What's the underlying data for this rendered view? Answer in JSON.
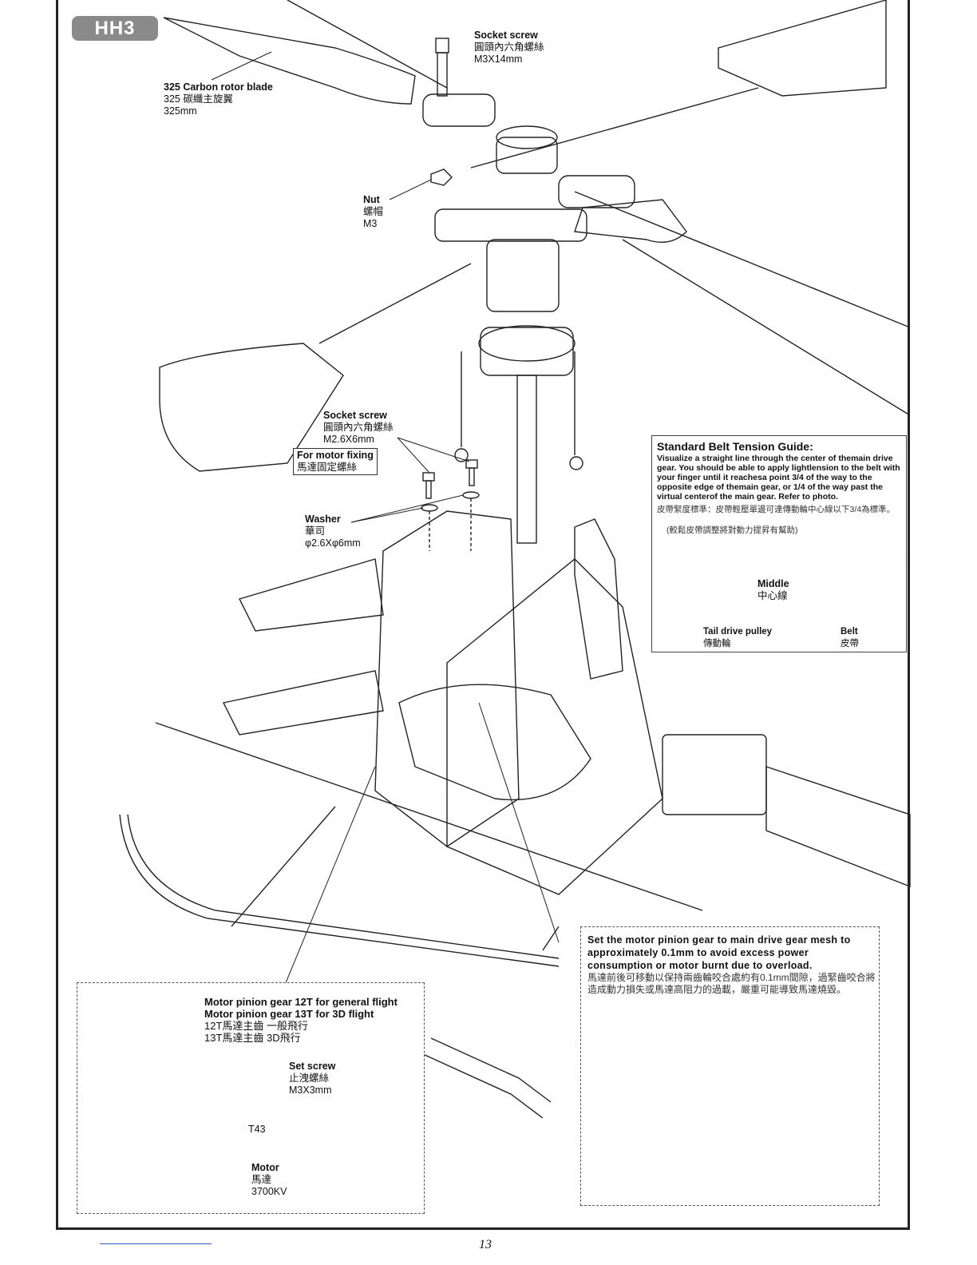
{
  "badge": "HH3",
  "labels": {
    "socket_screw_top": {
      "en": "Socket screw",
      "zh": "圓頭內六角螺絲",
      "size": "M3X14mm"
    },
    "rotor_blade": {
      "en": "325 Carbon rotor blade",
      "zh": "325 碳纖主旋翼",
      "size": "325mm"
    },
    "nut": {
      "en": "Nut",
      "zh": "螺帽",
      "size": "M3"
    },
    "socket_screw_mid": {
      "en": "Socket screw",
      "zh": "圓頭內六角螺絲",
      "size": "M2.6X6mm"
    },
    "motor_fixing": {
      "en": "For motor fixing",
      "zh": "馬達固定螺絲"
    },
    "washer": {
      "en": "Washer",
      "zh": "華司",
      "size": "φ2.6Xφ6mm"
    },
    "pinion": {
      "en1": "Motor pinion gear 12T for general flight",
      "en2": "Motor pinion gear 13T for 3D flight",
      "zh1": "12T馬達主齒 一般飛行",
      "zh2": "13T馬達主齒 3D飛行"
    },
    "set_screw": {
      "en": "Set screw",
      "zh": "止洩螺絲",
      "size": "M3X3mm"
    },
    "t43": "T43",
    "motor": {
      "en": "Motor",
      "zh": "馬達",
      "size": "3700KV"
    }
  },
  "belt_guide": {
    "title": "Standard Belt Tension Guide:",
    "text": "Visualize a straight line through the center of themain drive gear. You should be able to apply lightlension to the belt with your finger until it reachesa point 3/4 of the way to the opposite edge of themain gear, or 1/4 of the way past the virtual centerof the main gear. Refer to photo.",
    "zh1": "皮帶緊度標準：皮帶輕壓單邊可達傳動輪中心線以下3/4為標準。",
    "zh2": "(較鬆皮帶調整將對動力提昇有幫助)",
    "middle_en": "Middle",
    "middle_zh": "中心線",
    "pulley_en": "Tail drive pulley",
    "pulley_zh": "傳動輪",
    "belt_en": "Belt",
    "belt_zh": "皮帶"
  },
  "mesh_note": {
    "text": "Set the motor pinion gear to main drive gear mesh to approximately 0.1mm to avoid excess power consumption or motor burnt due to overload.",
    "zh": "馬達前後可移動以保持兩齒輪咬合處約有0.1mm間隙，過緊齒咬合將造成動力損失或馬達高阻力的過載，嚴重可能導致馬達燒毀。"
  },
  "page_number": "13"
}
